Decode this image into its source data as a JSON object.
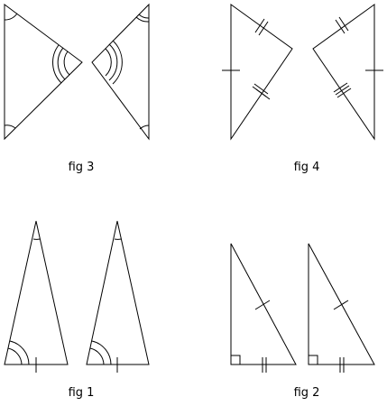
{
  "figures": {
    "fig3": {
      "label": "fig 3"
    },
    "fig4": {
      "label": "fig 4"
    },
    "fig1": {
      "label": "fig 1"
    },
    "fig2": {
      "label": "fig 2"
    }
  }
}
